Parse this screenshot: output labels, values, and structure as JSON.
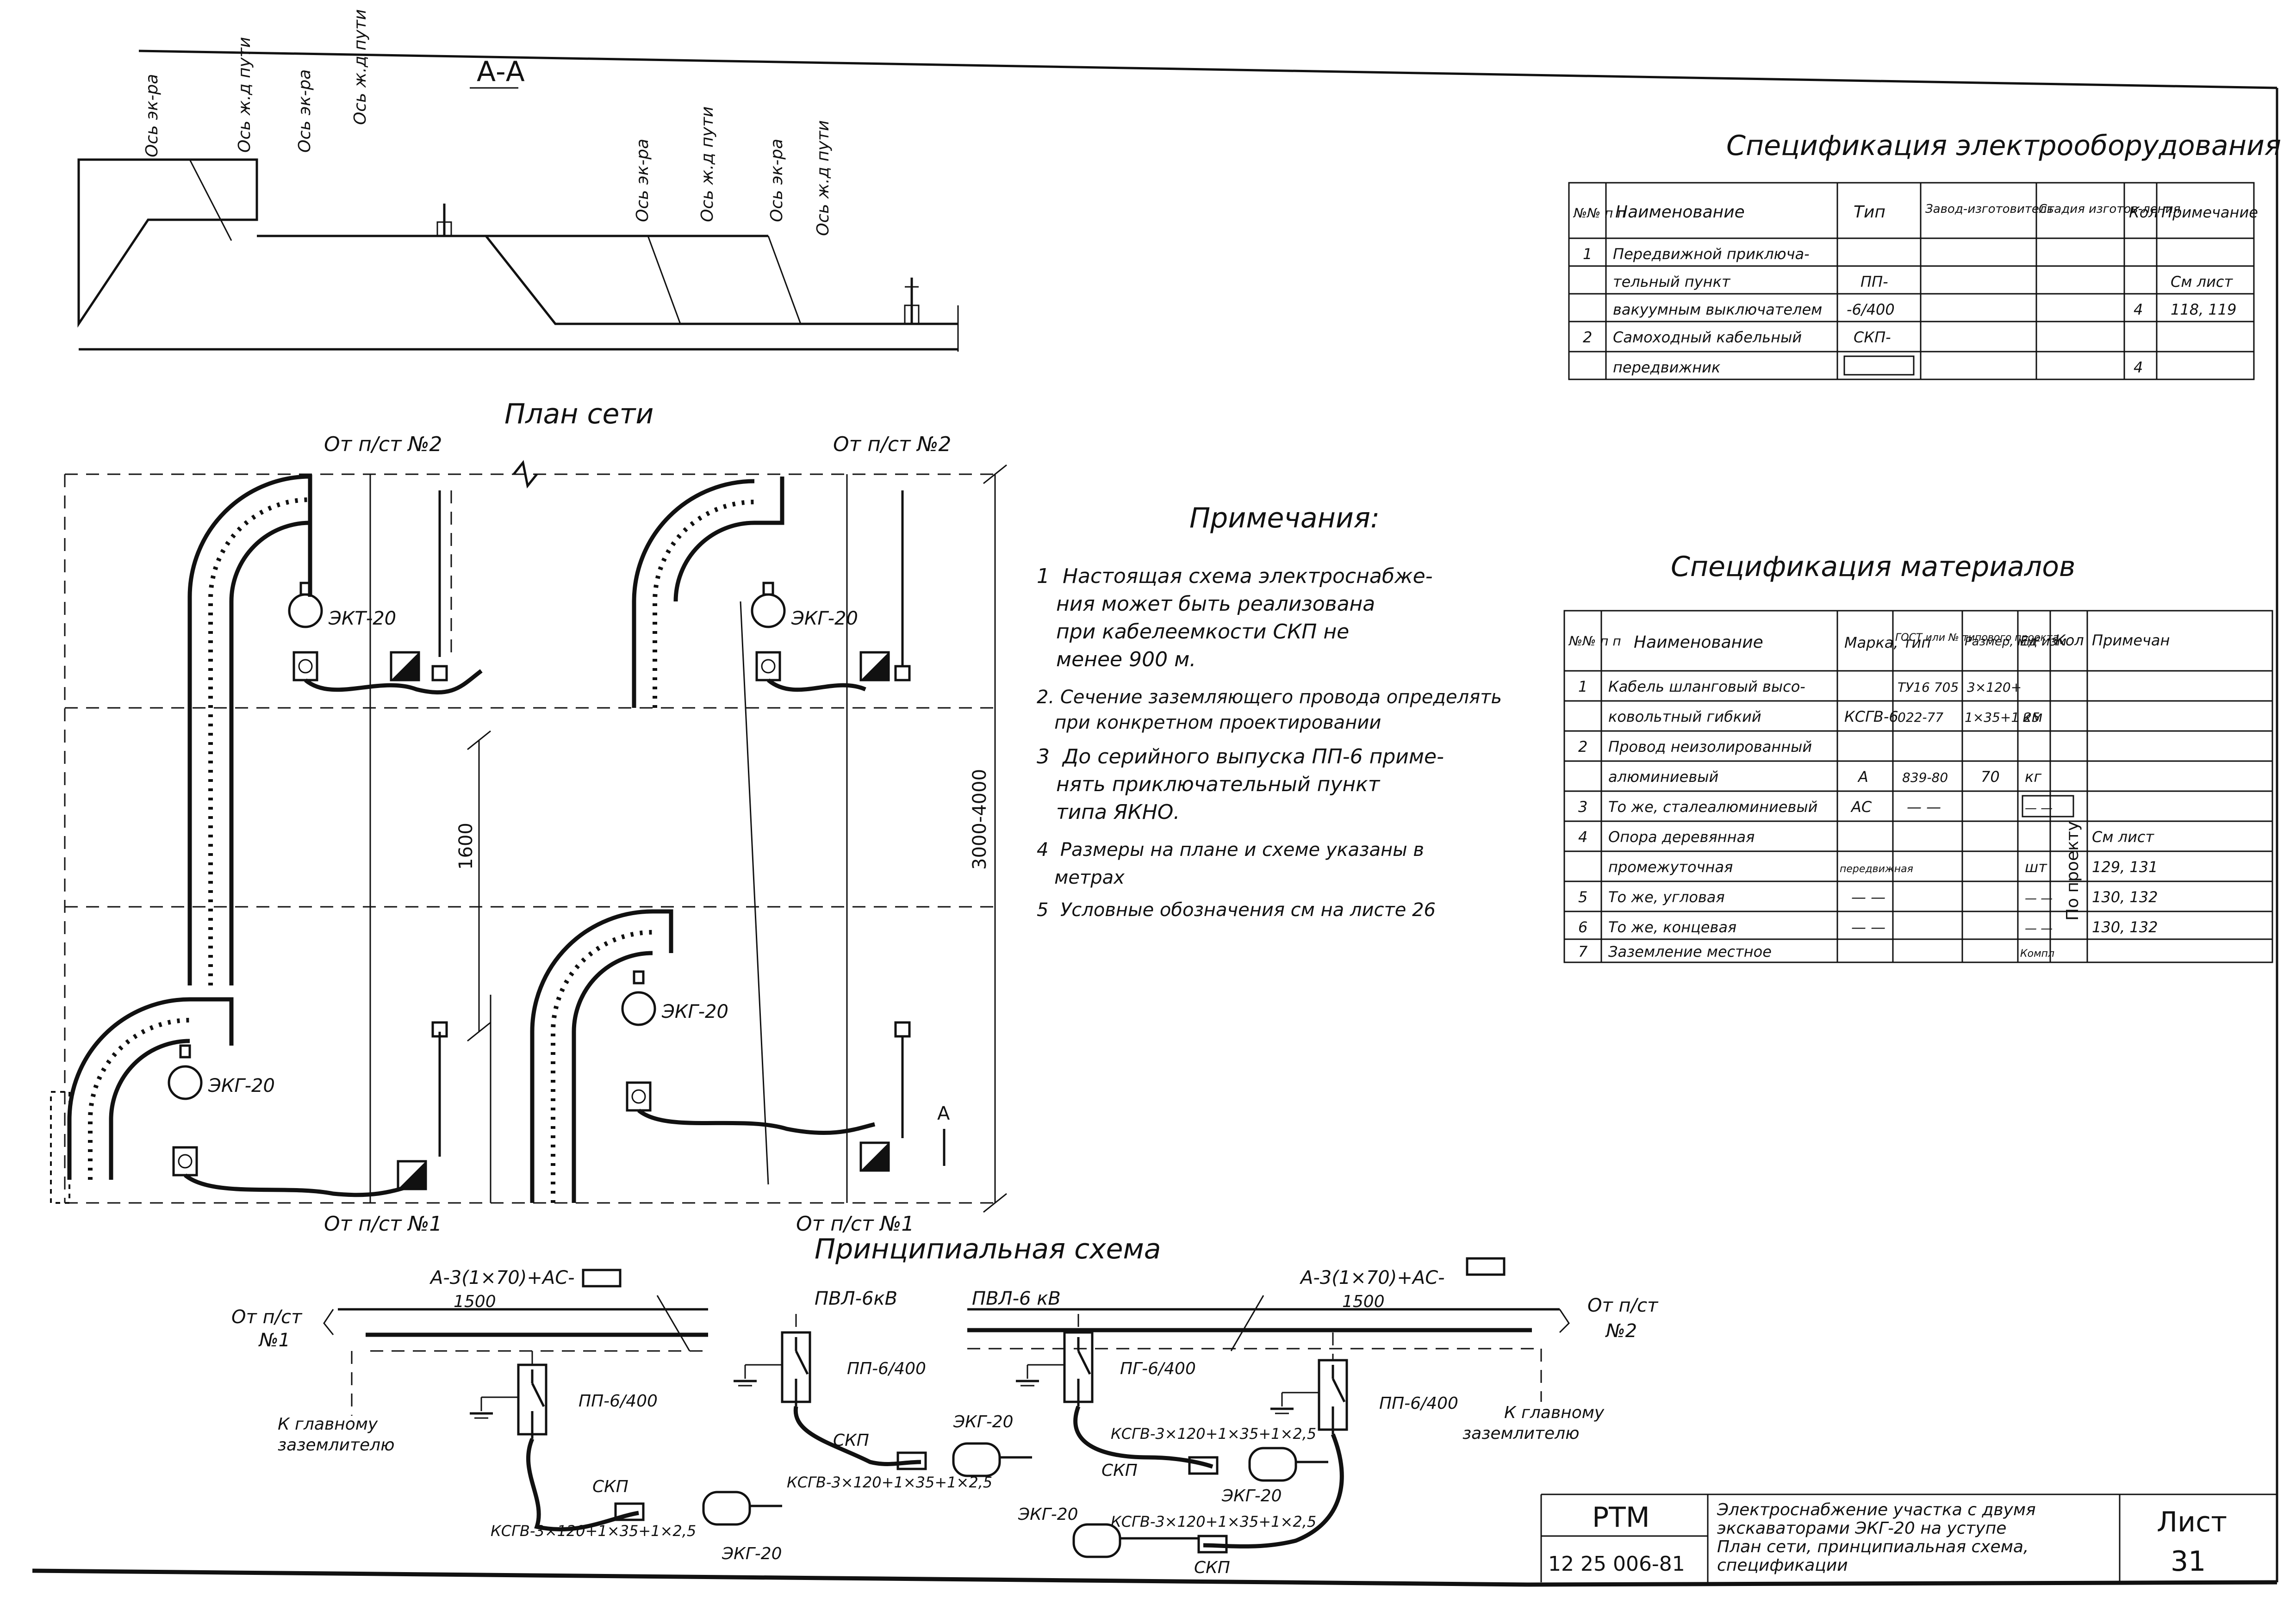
{
  "section": {
    "title": "А-А",
    "labels": [
      "Ось эк-ра",
      "Ось ж.д пути",
      "Ось эк-ра",
      "Ось ж.д пути",
      "Ось эк-ра",
      "Ось ж.д пути",
      "Ось эк-ра",
      "Ось ж.д пути"
    ]
  },
  "plan": {
    "title": "План сети",
    "from_ps2": "От п/ст №2",
    "from_ps1": "От п/ст №1",
    "exc_label_1": "ЭКТ-20",
    "exc_label": "ЭКГ-20",
    "dim_1600": "1600",
    "dim_range": "3000-4000",
    "section_mark": "А"
  },
  "notes": {
    "title": "Примечания:",
    "lines": [
      "1  Настоящая схема электроснабже-",
      "   ния может быть реализована",
      "   при кабелеемкости СКП не",
      "   менее 900 м.",
      "2. Сечение заземляющего провода определять",
      "   при конкретном проектировании",
      "3  До серийного выпуска ПП-6 приме-",
      "   нять приключательный пункт",
      "   типа ЯКНО.",
      "4  Размеры на плане и схеме указаны в",
      "   метрах",
      "5  Условные обозначения см на листе 26"
    ]
  },
  "spec_equipment": {
    "title": "Спецификация электрооборудования",
    "headers": [
      "№№ п п",
      "Наименование",
      "Тип",
      "Завод-изготовитель",
      "Стадия изготов-ления",
      "Кол",
      "Примечание"
    ],
    "rows": [
      [
        "1",
        "Передвижной приключа-",
        "",
        "",
        "",
        "",
        ""
      ],
      [
        "",
        "тельный пункт",
        "ПП-",
        "",
        "",
        "",
        "См лист"
      ],
      [
        "",
        "вакуумным выключателем",
        "-6/400",
        "",
        "",
        "4",
        "118, 119"
      ],
      [
        "2",
        "Самоходный кабельный",
        "СКП-",
        "",
        "",
        "",
        ""
      ],
      [
        "",
        "передвижник",
        "",
        "",
        "",
        "4",
        ""
      ]
    ]
  },
  "spec_materials": {
    "title": "Спецификация материалов",
    "headers": [
      "№№ п п",
      "Наименование",
      "Марка, тип",
      "ГОСТ или № типового проекта",
      "Размер, мм²",
      "Ед изм",
      "Кол",
      "Примечан"
    ],
    "rows": [
      [
        "1",
        "Кабель шланговый высо-",
        "",
        "ТУ16 705",
        "3×120+",
        "",
        "",
        ""
      ],
      [
        "",
        "ковольтный гибкий",
        "КСГВ-6",
        "022-77",
        "1×35+1 25",
        "км",
        "",
        ""
      ],
      [
        "2",
        "Провод неизолированный",
        "",
        "",
        "",
        "",
        "",
        ""
      ],
      [
        "",
        "алюминиевый",
        "А",
        "839-80",
        "70",
        "кг",
        "",
        ""
      ],
      [
        "3",
        "То же, сталеалюминиевый",
        "АС",
        "— —",
        "",
        "— —",
        "",
        ""
      ],
      [
        "4",
        "Опора деревянная",
        "",
        "",
        "",
        "",
        "",
        "См лист"
      ],
      [
        "",
        "промежуточная",
        "передвижная",
        "",
        "",
        "шт",
        "",
        "129, 131"
      ],
      [
        "5",
        "То же, угловая",
        "— —",
        "",
        "",
        "— —",
        "",
        "130, 132"
      ],
      [
        "6",
        "То же, концевая",
        "— —",
        "",
        "",
        "— —",
        "",
        "130, 132"
      ],
      [
        "7",
        "Заземление местное",
        "",
        "",
        "",
        "Компл",
        "",
        ""
      ]
    ],
    "vertical_note": "По проекту"
  },
  "schematic": {
    "title": "Принципиальная схема",
    "line_left": "А-3(1×70)+АС-",
    "len_left": "1500",
    "line_right": "А-3(1×70)+АС-",
    "len_right": "1500",
    "pvl_left": "ПВЛ-6кВ",
    "pvl_right": "ПВЛ-6 кВ",
    "from_ps1_a": "От п/ст",
    "from_ps1_b": "№1",
    "from_ps2_a": "От п/ст",
    "from_ps2_b": "№2",
    "ground_a": "К главному",
    "ground_b": "заземлителю",
    "pp1": "ПП-6/400",
    "pp2": "ПП-6/400",
    "pp3": "ПГ-6/400",
    "pp4": "ПП-6/400",
    "skp": "СКП",
    "cable": "КСГВ-3×120+1×35+1×2,5",
    "exc": "ЭКГ-20"
  },
  "stamp": {
    "code_top": "РТМ",
    "code_bottom": "12 25 006-81",
    "desc": [
      "Электроснабжение участка с двумя",
      "экскаваторами ЭКГ-20 на уступе",
      "План сети, принципиальная схема,",
      "спецификации"
    ],
    "sheet_label": "Лист",
    "sheet_number": "31"
  }
}
